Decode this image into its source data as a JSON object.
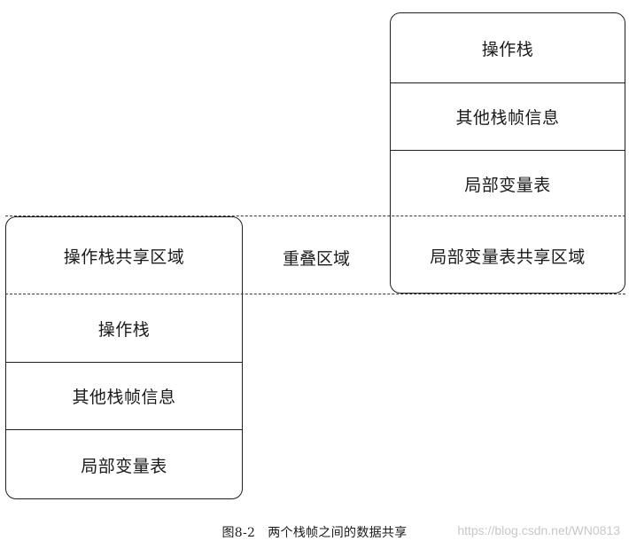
{
  "right_frame": {
    "operand_stack": "操作栈",
    "other_frame_info": "其他栈帧信息",
    "local_variables": "局部变量表",
    "shared_local_variables": "局部变量表共享区域"
  },
  "left_frame": {
    "shared_operand_stack": "操作栈共享区域",
    "operand_stack": "操作栈",
    "other_frame_info": "其他栈帧信息",
    "local_variables": "局部变量表"
  },
  "overlap_label": "重叠区域",
  "caption": {
    "figure_number": "图8-2",
    "title": "两个栈帧之间的数据共享"
  },
  "watermark": "https://blog.csdn.net/WN0813"
}
